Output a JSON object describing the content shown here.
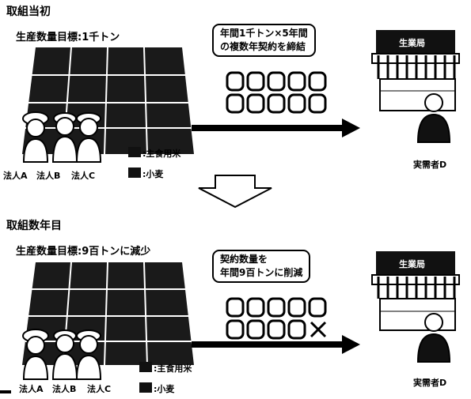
{
  "section1": {
    "title": "取組当初",
    "goal": "生産数量目標:1千トン",
    "contract": [
      "年間1千トン×5年間",
      "の複数年契約を締結"
    ],
    "legend": [
      ":主食用米",
      ":小麦"
    ],
    "corporations": [
      "法人A",
      "法人B",
      "法人C"
    ],
    "buyer": "実需者D",
    "sign": "生業局"
  },
  "section2": {
    "title": "取組数年目",
    "goal": "生産数量目標:9百トンに減少",
    "contract": [
      "契約数量を",
      "年間9百トンに削減"
    ],
    "legend": [
      ":主食用米",
      ":小麦"
    ],
    "corporations": [
      "法人A",
      "法人B",
      "法人C"
    ],
    "buyer": "実需者D",
    "sign": "生業局"
  }
}
